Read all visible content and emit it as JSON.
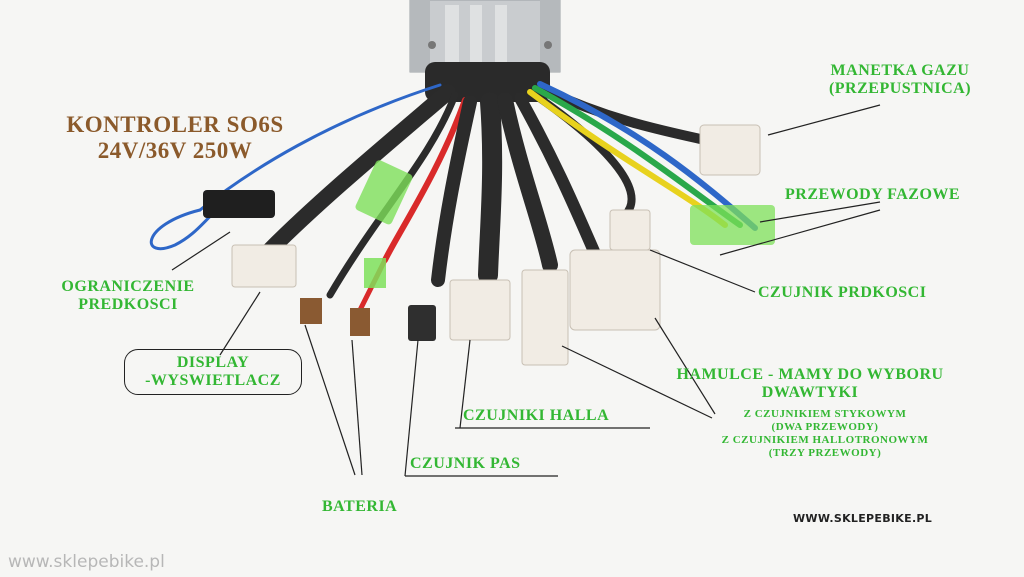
{
  "title": {
    "line1": "KONTROLER SO6S",
    "line2": "24V/36V 250W"
  },
  "labels": {
    "manetka_1": "MANETKA GAZU",
    "manetka_2": "(PRZEPUSTNICA)",
    "fazowe": "PRZEWODY FAZOWE",
    "ograniczenie_1": "OGRANICZENIE",
    "ograniczenie_2": "PREDKOSCI",
    "czujnik_predkosci": "CZUJNIK PRDKOSCI",
    "display_1": "DISPLAY",
    "display_2": "-WYSWIETLACZ",
    "hamulce_1": "HAMULCE - MAMY DO WYBORU",
    "hamulce_2": "DWAWTYKI",
    "hamulce_sub_1": "Z CZUJNIKIEM STYKOWYM",
    "hamulce_sub_2": "(DWA PRZEWODY)",
    "hamulce_sub_3": "Z CZUJNIKIEM HALLOTRONOWYM",
    "hamulce_sub_4": "(TRZY PRZEWODY)",
    "halla": "CZUJNIKI HALLA",
    "pas": "CZUJNIK PAS",
    "bateria": "BATERIA"
  },
  "watermarks": {
    "upper": "WWW.SKLEPEBIKE.PL",
    "lower": "www.sklepebike.pl"
  },
  "colors": {
    "label_green": "#33b733",
    "title_brown": "#8b5a2b"
  }
}
